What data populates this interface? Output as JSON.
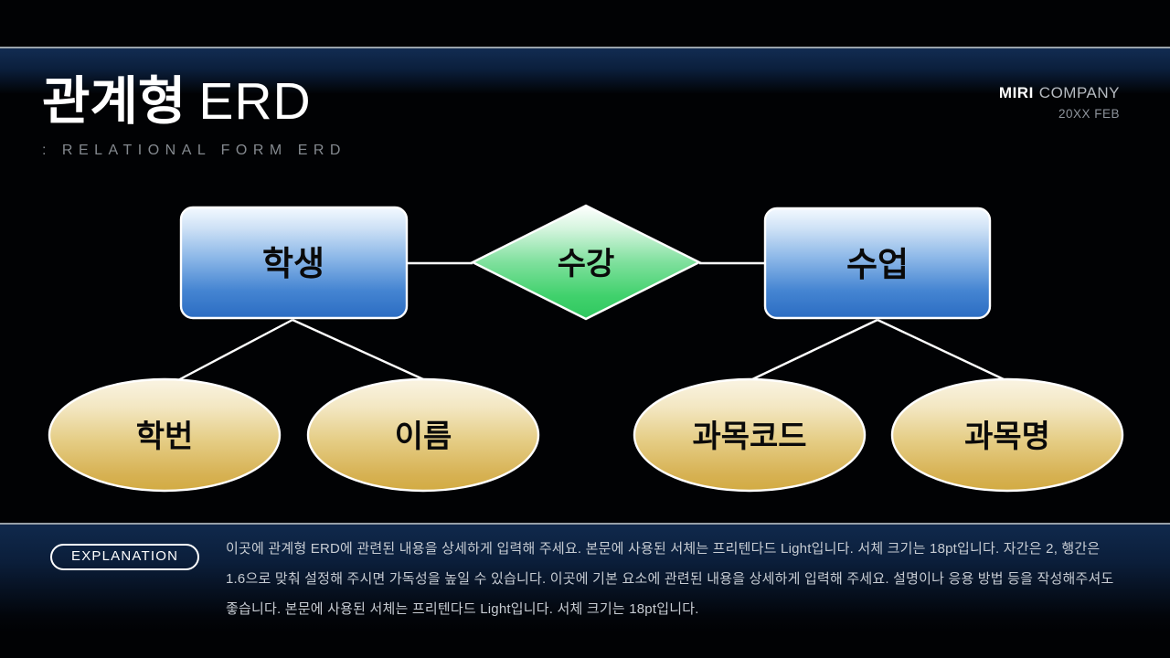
{
  "header": {
    "title_main": "관계형",
    "title_accent": "ERD",
    "subtitle": ": RELATIONAL FORM ERD",
    "company_bold": "MIRI",
    "company_rest": "COMPANY",
    "date": "20XX FEB"
  },
  "diagram": {
    "entities": [
      {
        "label": "학생"
      },
      {
        "label": "수업"
      }
    ],
    "relationship": {
      "label": "수강"
    },
    "attributes": [
      {
        "label": "학번"
      },
      {
        "label": "이름"
      },
      {
        "label": "과목코드"
      },
      {
        "label": "과목명"
      }
    ]
  },
  "footer": {
    "badge": "EXPLANATION",
    "lines": [
      "이곳에 관계형 ERD에 관련된 내용을 상세하게 입력해 주세요. 본문에 사용된 서체는 프리텐다드 Light입니다. 서체 크기는 18pt입니다. 자간은 2, 행간은",
      "1.6으로 맞춰 설정해 주시면 가독성을 높일 수 있습니다. 이곳에 기본 요소에 관련된 내용을 상세하게 입력해 주세요. 설명이나 응용 방법 등을 작성해주셔도",
      "좋습니다. 본문에 사용된 서체는 프리텐다드 Light입니다. 서체 크기는 18pt입니다."
    ]
  },
  "colors": {
    "entity_blue": "#2d6fc4",
    "relationship_green": "#2fc75f",
    "attribute_gold": "#d2ab43",
    "band_navy": "#122c52",
    "line_white": "#ffffff",
    "body_gray": "#c7ccd3"
  }
}
